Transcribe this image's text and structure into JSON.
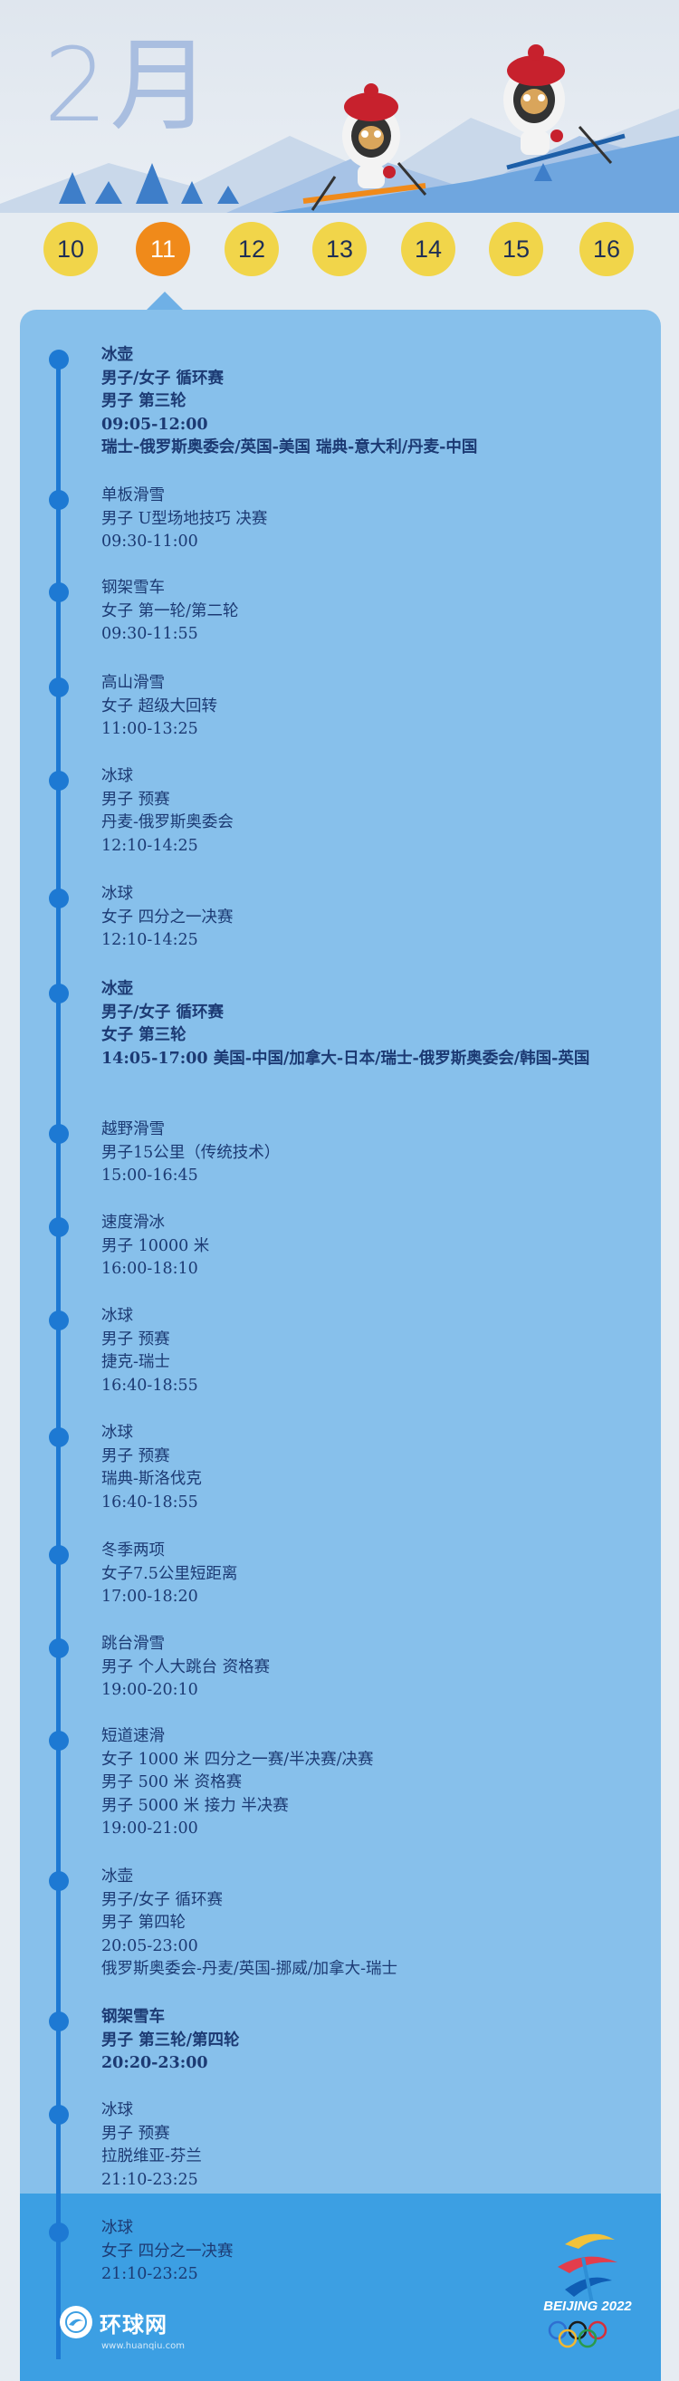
{
  "header": {
    "month": "2月"
  },
  "days": [
    "10",
    "11",
    "12",
    "13",
    "14",
    "15",
    "16"
  ],
  "active_day": "11",
  "events": [
    {
      "bold": true,
      "lines": [
        "冰壶",
        "男子/女子 循环赛",
        "男子 第三轮",
        "09:05-12:00",
        "瑞士-俄罗斯奥委会/英国-美国 瑞典-意大利/丹麦-中国"
      ]
    },
    {
      "bold": false,
      "lines": [
        "单板滑雪",
        "男子 U型场地技巧 决赛",
        "09:30-11:00"
      ]
    },
    {
      "bold": false,
      "lines": [
        "钢架雪车",
        "女子 第一轮/第二轮",
        "09:30-11:55"
      ]
    },
    {
      "bold": false,
      "lines": [
        "高山滑雪",
        "女子 超级大回转",
        "11:00-13:25"
      ]
    },
    {
      "bold": false,
      "lines": [
        "冰球",
        "男子 预赛",
        "丹麦-俄罗斯奥委会",
        "12:10-14:25"
      ]
    },
    {
      "bold": false,
      "lines": [
        "冰球",
        "女子 四分之一决赛",
        "12:10-14:25"
      ]
    },
    {
      "bold": true,
      "lines": [
        "冰壶",
        "男子/女子 循环赛",
        "女子 第三轮",
        "14:05-17:00 美国-中国/加拿大-日本/瑞士-俄罗斯奥委会/韩国-英国"
      ]
    },
    {
      "bold": false,
      "lines": [
        "越野滑雪",
        "男子15公里（传统技术）",
        "15:00-16:45"
      ]
    },
    {
      "bold": false,
      "lines": [
        "速度滑冰",
        "男子 10000 米",
        "16:00-18:10"
      ]
    },
    {
      "bold": false,
      "lines": [
        "冰球",
        "男子 预赛",
        "捷克-瑞士",
        "16:40-18:55"
      ]
    },
    {
      "bold": false,
      "lines": [
        "冰球",
        "男子 预赛",
        "瑞典-斯洛伐克",
        "16:40-18:55"
      ]
    },
    {
      "bold": false,
      "lines": [
        "冬季两项",
        "女子7.5公里短距离",
        "17:00-18:20"
      ]
    },
    {
      "bold": false,
      "lines": [
        "跳台滑雪",
        "男子 个人大跳台 资格赛",
        "19:00-20:10"
      ]
    },
    {
      "bold": false,
      "lines": [
        "短道速滑",
        "女子 1000 米 四分之一赛/半决赛/决赛",
        "男子 500 米 资格赛",
        "男子 5000 米 接力 半决赛",
        "19:00-21:00"
      ]
    },
    {
      "bold": false,
      "lines": [
        "冰壶",
        "男子/女子 循环赛",
        "男子 第四轮",
        "20:05-23:00",
        "俄罗斯奥委会-丹麦/英国-挪威/加拿大-瑞士"
      ]
    },
    {
      "bold": true,
      "lines": [
        "钢架雪车",
        "男子 第三轮/第四轮",
        "20:20-23:00"
      ]
    },
    {
      "bold": false,
      "lines": [
        "冰球",
        "男子 预赛",
        "拉脱维亚-芬兰",
        "21:10-23:25"
      ]
    },
    {
      "bold": false,
      "lines": [
        "冰球",
        "女子 四分之一决赛",
        "21:10-23:25"
      ]
    }
  ],
  "footer": {
    "publisher_name": "环球网",
    "publisher_url": "www.huanqiu.com",
    "games_logo_text": "BEIJING 2022"
  },
  "colors": {
    "panel": "#87c0eb",
    "panel_bottom": "#3c9fe3",
    "timeline": "#1d79d3",
    "day_yellow": "#f1d54a",
    "day_active": "#f08a1a",
    "text": "#1c3a73"
  }
}
